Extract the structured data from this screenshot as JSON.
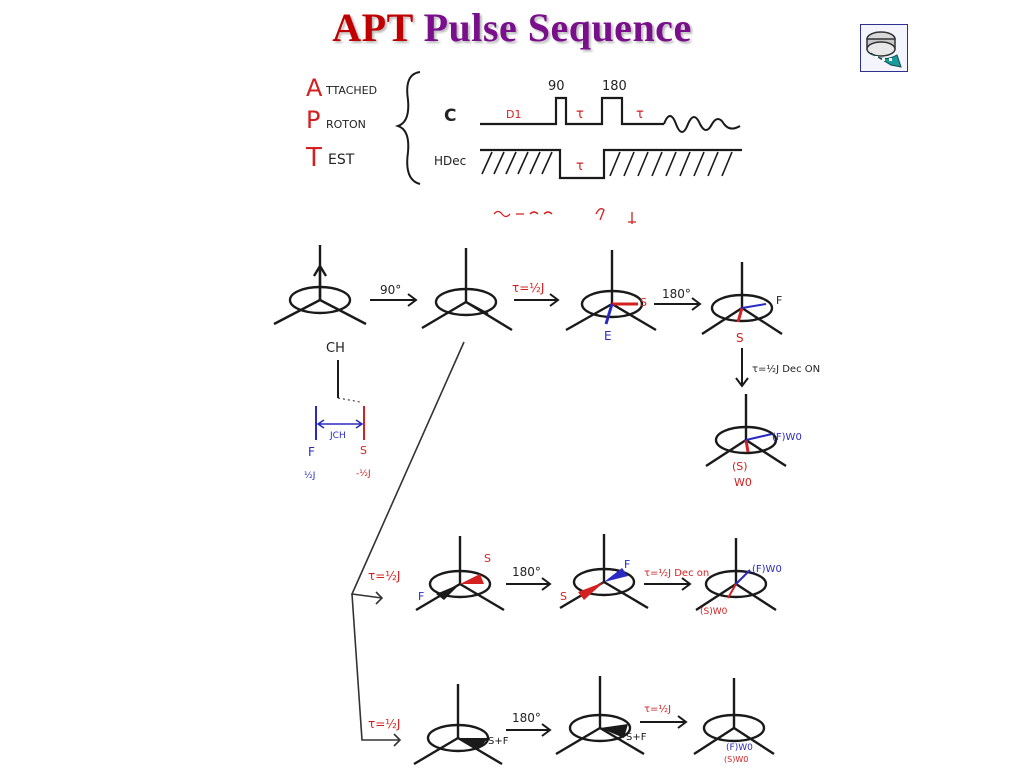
{
  "slide": {
    "title_part1": "APT",
    "title_part2": "Pulse Sequence"
  },
  "acronym": {
    "a_letter": "A",
    "a_rest": "TTACHED",
    "p_letter": "P",
    "p_rest": "ROTON",
    "t_letter": "T",
    "t_rest": "EST"
  },
  "pulse_sequence": {
    "label_c": "C",
    "label_hdec": "HDec",
    "label_d1": "D1",
    "label_90": "90",
    "label_180": "180",
    "tau": "τ"
  },
  "colors": {
    "title_apt": "#c00000",
    "title_rest": "#7a0f8c",
    "red_ink": "#d42020",
    "blue_ink": "#2a2ac0",
    "black_ink": "#1a1a1a"
  },
  "diagram": {
    "arrow_90": "90°",
    "arrow_tau_1": "τ=½J",
    "arrow_180_1": "180°",
    "label_s": "S",
    "label_f": "F",
    "label_e": "E",
    "label_ch": "CH",
    "label_jch": "JCH",
    "dec_on": "τ=½J Dec ON",
    "fw0": "(F)W0",
    "sw0": "(S)",
    "w0": "W0",
    "frac_pos": "½J",
    "frac_neg": "-½J",
    "row2_tau": "τ=½J",
    "row2_180": "180°",
    "row2_dec": "τ=½J Dec on",
    "row2_fw": "(F)W0",
    "row2_sw": "(S)W0",
    "row3_tau": "τ=½J",
    "row3_180": "180°",
    "row3_tau2": "τ=½J",
    "row3_sf": "S+F",
    "row3_fw": "(F)W0",
    "row3_sw": "(S)W0"
  }
}
